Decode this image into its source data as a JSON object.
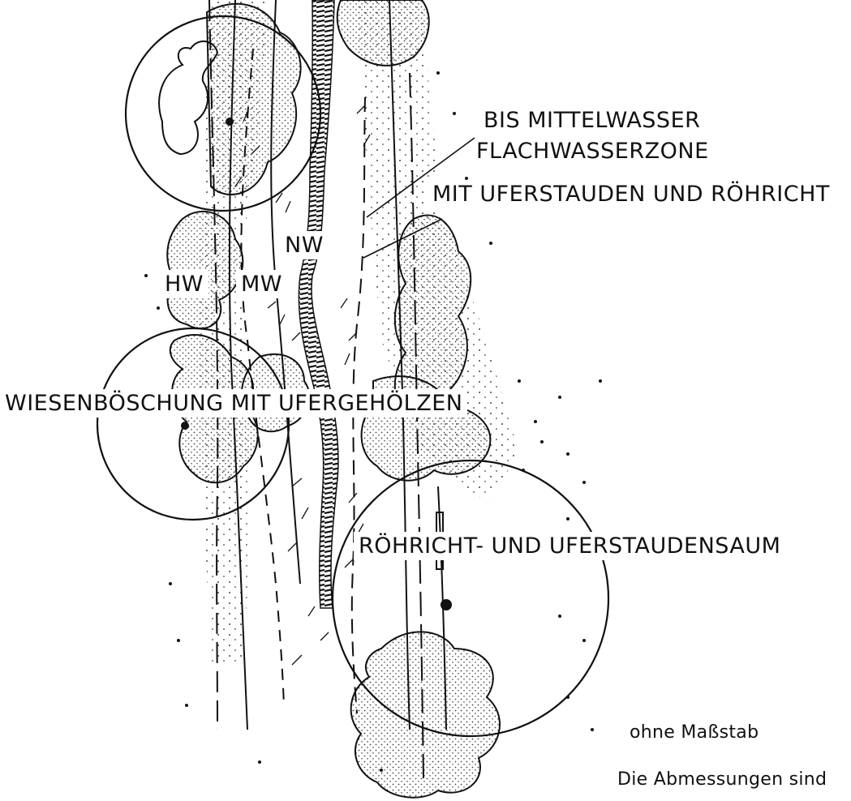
{
  "labels": {
    "bis_mittelwasser": "BIS MITTELWASSER",
    "flachwasserzone": "FLACHWASSERZONE",
    "uferstauden_roehricht": "MIT UFERSTAUDEN UND RÖHRICHT",
    "nw": "NW",
    "hw": "HW",
    "mw": "MW",
    "wiesenboeschung": "WIESENBÖSCHUNG MIT UFERGEHÖLZEN",
    "roehrichtsaum": "RÖHRICHT- UND UFERSTAUDENSAUM",
    "ohne_massstab": "ohne Maßstab",
    "abmessungen": "Die Abmessungen sind"
  },
  "colors": {
    "ink": "#111111",
    "paper": "#ffffff",
    "stipple": "#555555"
  }
}
